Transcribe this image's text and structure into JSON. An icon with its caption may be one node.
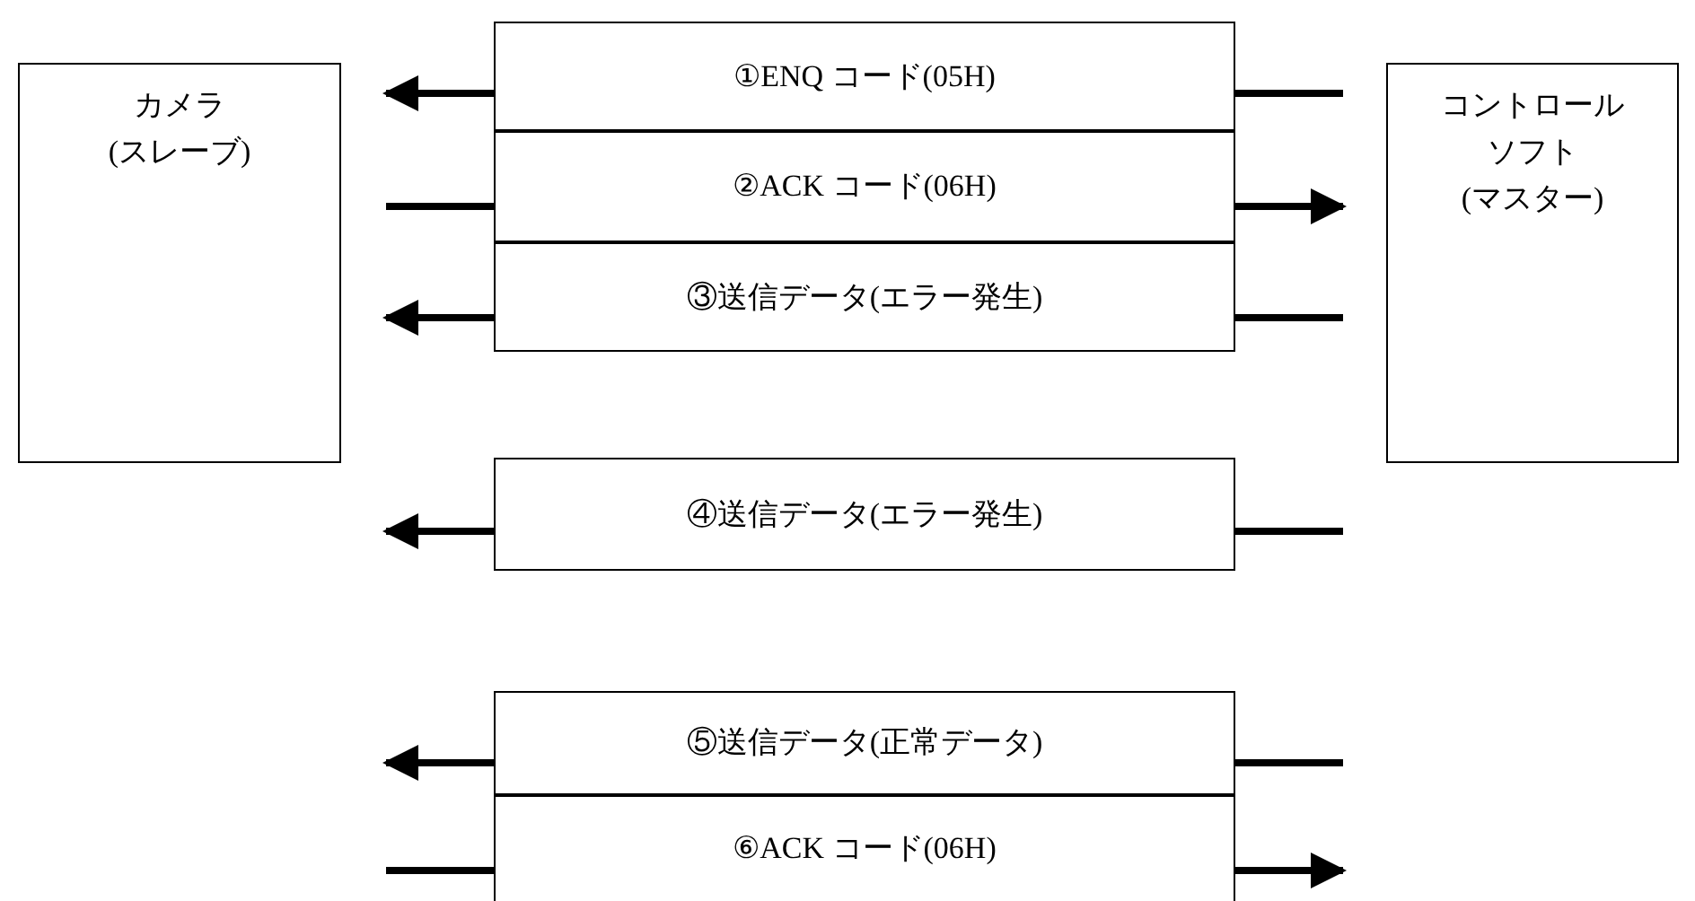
{
  "diagram": {
    "nodes": [
      {
        "text": [
          "カメラ",
          "(スレーブ)"
        ]
      },
      {
        "text": [
          "コントロール",
          "ソフト",
          "(マスター)"
        ]
      },
      {
        "text": [
          "①ENQ コード(05H)"
        ]
      },
      {
        "text": [
          "②ACK コード(06H)"
        ]
      },
      {
        "text": [
          "③送信データ(エラー発生)"
        ]
      },
      {
        "text": [
          "④送信データ(エラー発生)"
        ]
      },
      {
        "text": [
          "⑤送信データ(正常データ)"
        ]
      },
      {
        "text": [
          "⑥ACK コード(06H)"
        ]
      }
    ],
    "edges": [
      {
        "from": 2,
        "to": 0,
        "arrow": "to"
      },
      {
        "from": 1,
        "to": 2,
        "arrow": "none"
      },
      {
        "from": 0,
        "to": 3,
        "arrow": "none"
      },
      {
        "from": 3,
        "to": 1,
        "arrow": "to"
      },
      {
        "from": 4,
        "to": 0,
        "arrow": "to"
      },
      {
        "from": 1,
        "to": 4,
        "arrow": "none"
      },
      {
        "from": 5,
        "to": null,
        "arrow": "to"
      },
      {
        "from": null,
        "to": 5,
        "arrow": "none"
      },
      {
        "from": 6,
        "to": null,
        "arrow": "to"
      },
      {
        "from": null,
        "to": 6,
        "arrow": "none"
      },
      {
        "from": null,
        "to": 7,
        "arrow": "none"
      },
      {
        "from": 7,
        "to": null,
        "arrow": "to"
      }
    ]
  }
}
